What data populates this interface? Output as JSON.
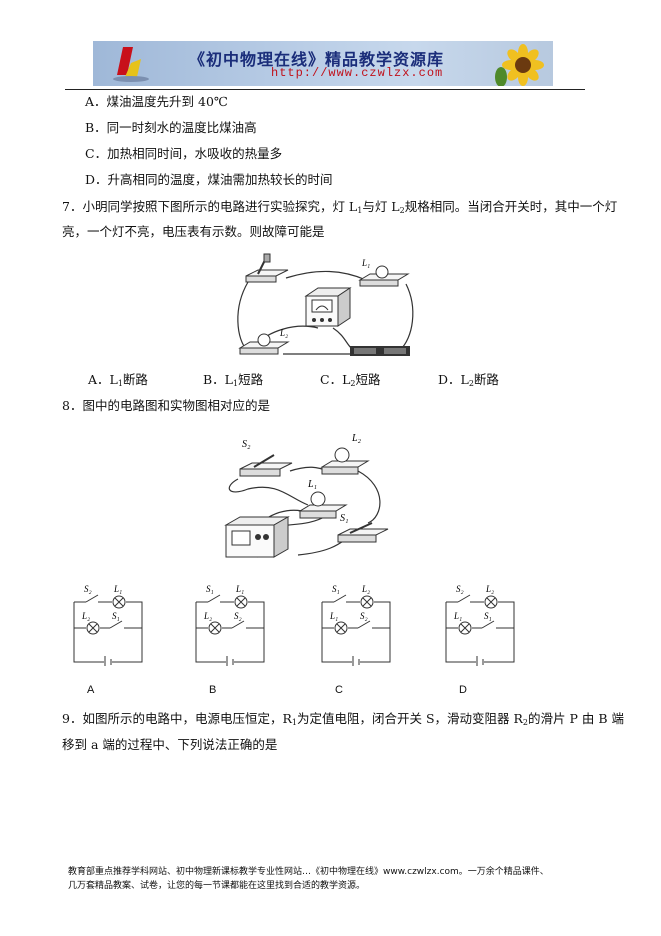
{
  "header": {
    "title": "《初中物理在线》精品教学资源库",
    "url": "http://www.czwlzx.com"
  },
  "q6_options": {
    "a": "A．煤油温度先升到 40℃",
    "b": "B．同一时刻水的温度比煤油高",
    "c": "C．加热相同时间，水吸收的热量多",
    "d": "D．升高相同的温度，煤油需加热较长的时间"
  },
  "q7": {
    "stem_line1_a": "7．小明同学按照下图所示的电路进行实验探究，灯 L",
    "stem_line1_sub1": "1",
    "stem_line1_b": "与灯 L",
    "stem_line1_sub2": "2",
    "stem_line1_c": "规格相同。当闭合开关时，其中一个灯",
    "stem_line2": "亮，一个灯不亮，电压表有示数。则故障可能是",
    "fig_label_l1": "L₁",
    "fig_label_l2": "L₂",
    "opt_a_pre": "A．L",
    "opt_a_sub": "1",
    "opt_a_post": "断路",
    "opt_b_pre": "B．L",
    "opt_b_sub": "1",
    "opt_b_post": "短路",
    "opt_c_pre": "C．L",
    "opt_c_sub": "2",
    "opt_c_post": "短路",
    "opt_d_pre": "D．L",
    "opt_d_sub": "2",
    "opt_d_post": "断路"
  },
  "q8": {
    "stem": "8．图中的电路图和实物图相对应的是",
    "fig_labels": {
      "s2": "S₂",
      "l2": "L₂",
      "l1": "L₁",
      "s1": "S₁"
    },
    "circuits": [
      {
        "caption": "A",
        "top_switch": "S₂",
        "top_lamp": "L₁",
        "mid_lamp": "L₂",
        "mid_switch": "S₁"
      },
      {
        "caption": "B",
        "top_switch": "S₁",
        "top_lamp": "L₁",
        "mid_lamp": "L₂",
        "mid_switch": "S₂"
      },
      {
        "caption": "C",
        "top_switch": "S₁",
        "top_lamp": "L₂",
        "mid_lamp": "L₁",
        "mid_switch": "S₂"
      },
      {
        "caption": "D",
        "top_switch": "S₂",
        "top_lamp": "L₂",
        "mid_lamp": "L₁",
        "mid_switch": "S₁"
      }
    ]
  },
  "q9": {
    "line1_a": "9．如图所示的电路中，电源电压恒定，R",
    "line1_sub1": "1",
    "line1_b": "为定值电阻，闭合开关 S，滑动变阻器 R",
    "line1_sub2": "2",
    "line1_c": "的滑片 P 由 B 端",
    "line2": "移到 a 端的过程中、下列说法正确的是"
  },
  "footer": {
    "line1": "教育部重点推荐学科网站、初中物理新课标教学专业性网站…《初中物理在线》www.czwlzx.com。一万余个精品课件、",
    "line2": "几万套精品教案、试卷，让您的每一节课都能在这里找到合适的教学资源。"
  },
  "colors": {
    "banner_title": "#1a2d7a",
    "banner_url": "#c0101a"
  }
}
